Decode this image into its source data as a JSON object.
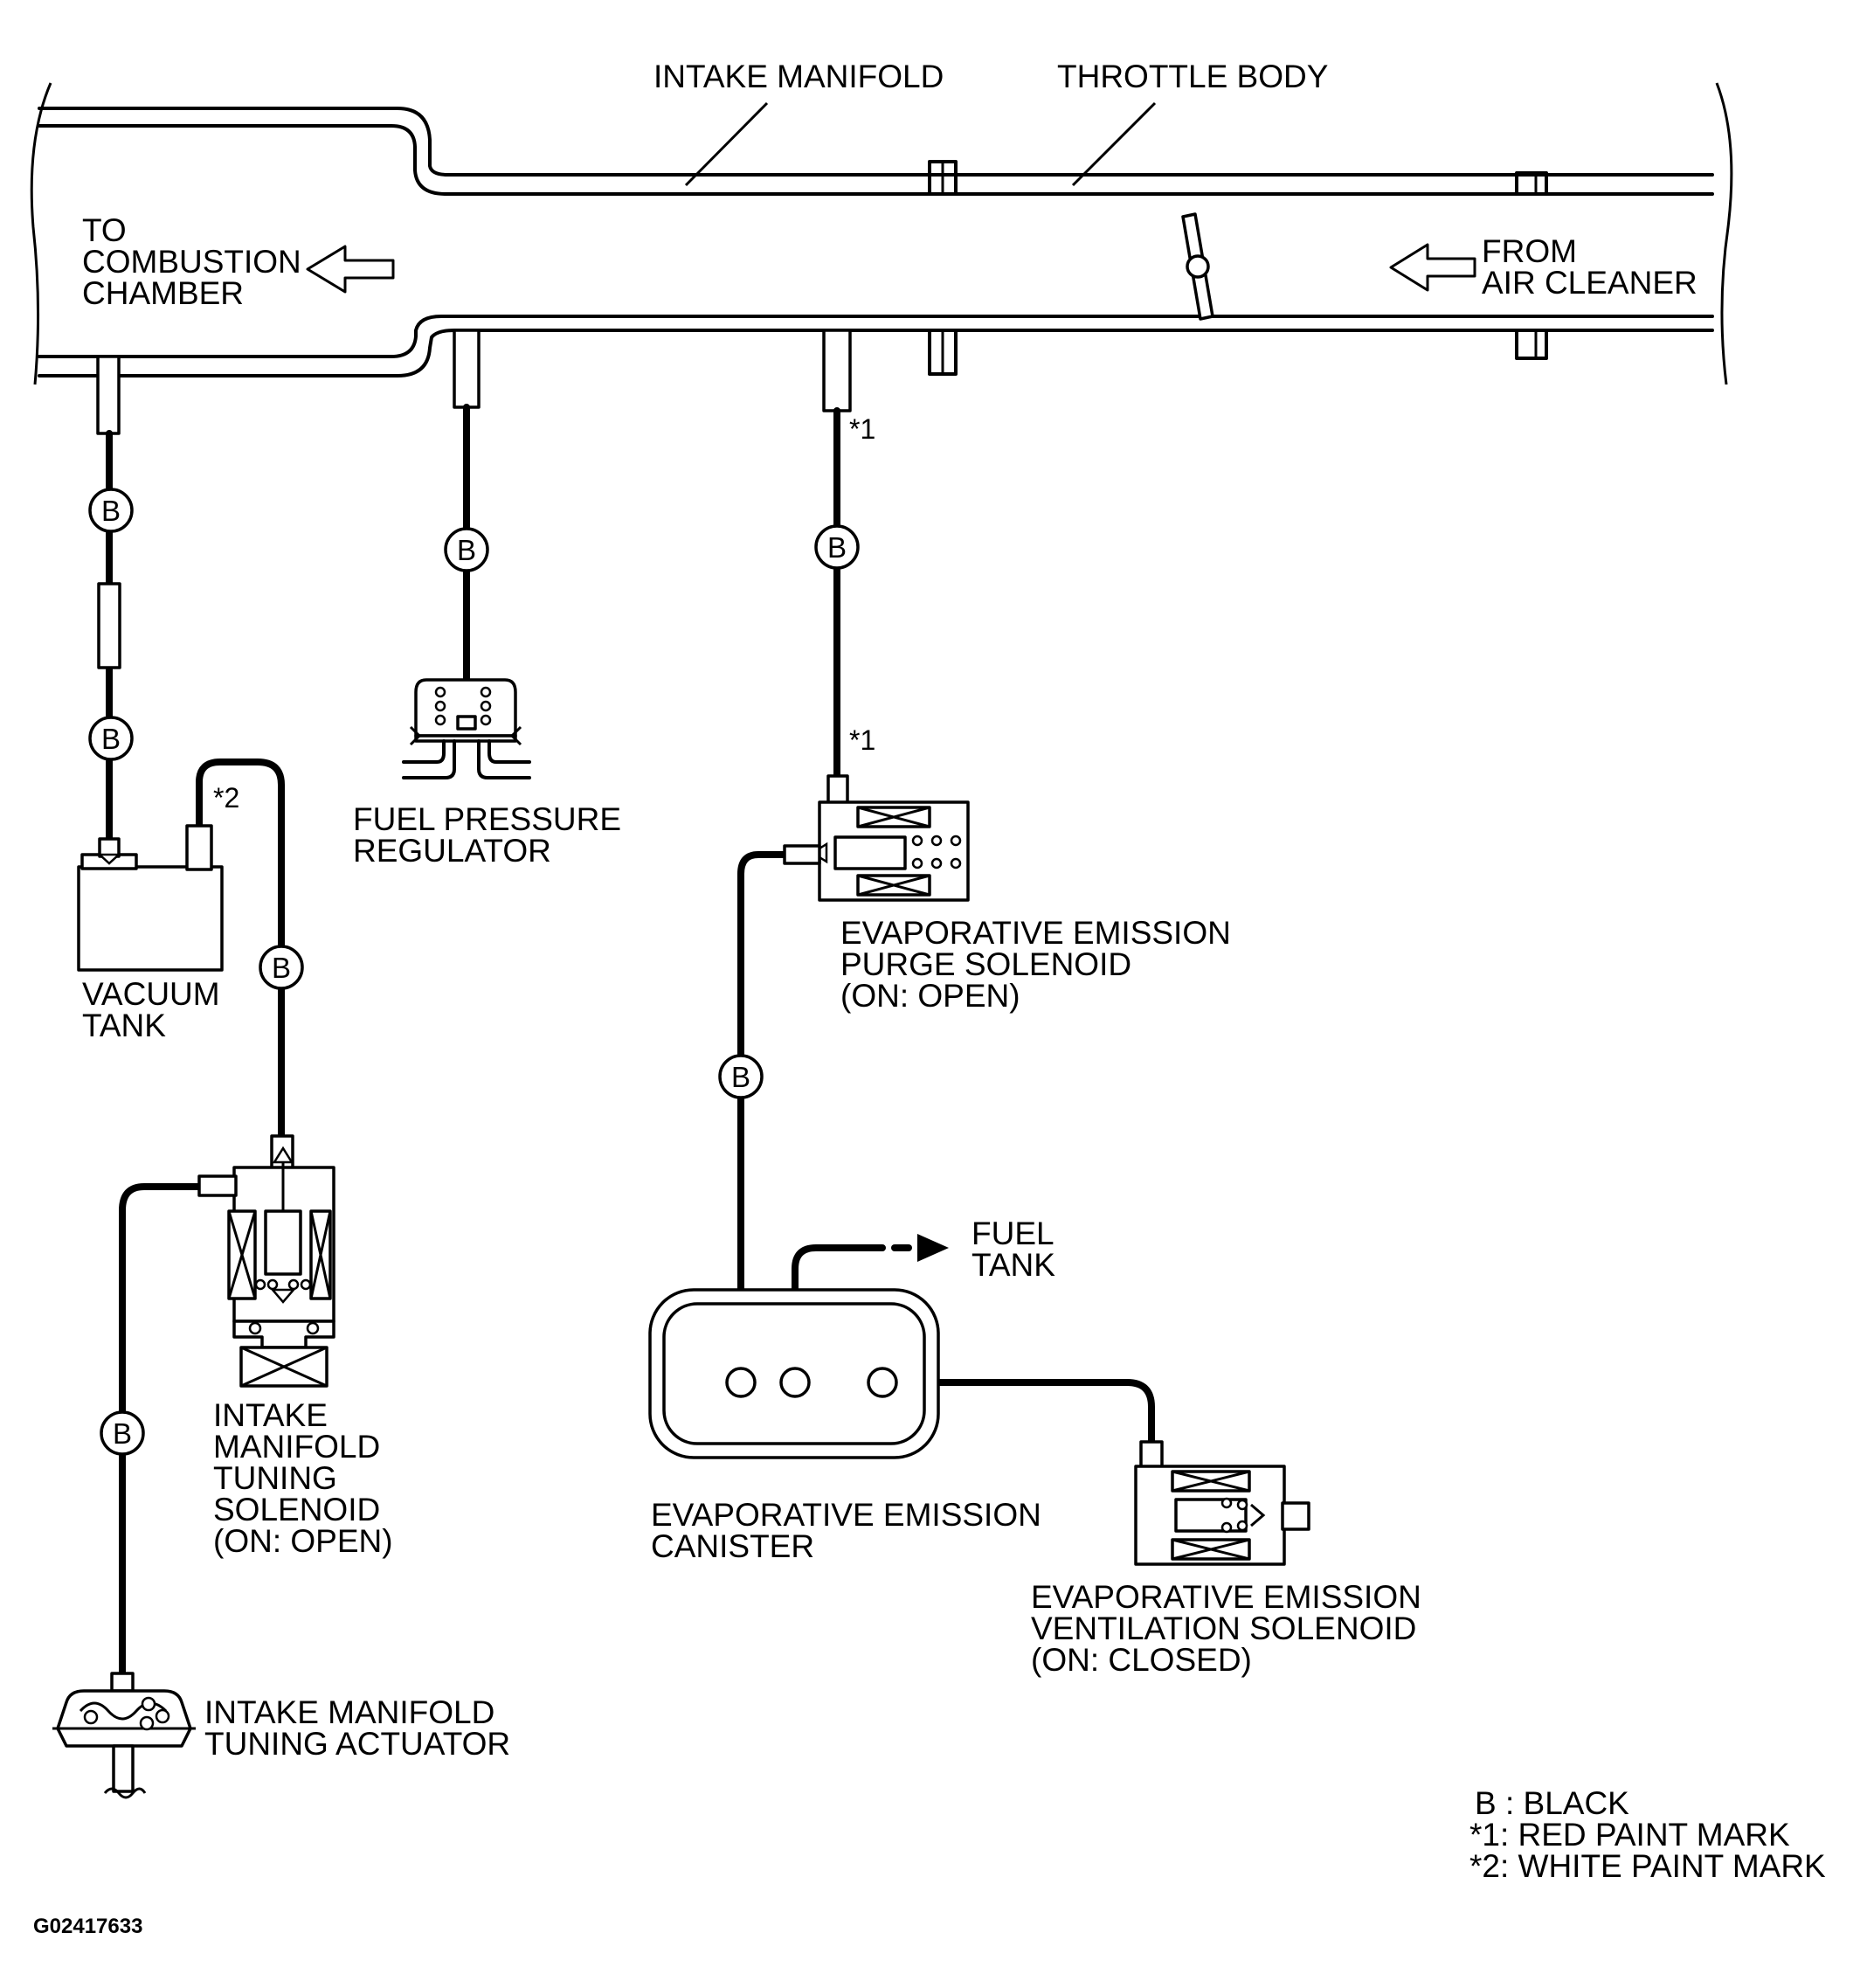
{
  "labels": {
    "intake_manifold": "INTAKE MANIFOLD",
    "throttle_body": "THROTTLE BODY",
    "to_combustion": [
      "TO",
      "COMBUSTION",
      "CHAMBER"
    ],
    "from_air_cleaner": [
      "FROM",
      "AIR CLEANER"
    ],
    "fuel_pressure_regulator": [
      "FUEL PRESSURE",
      "REGULATOR"
    ],
    "vacuum_tank": [
      "VACUUM",
      "TANK"
    ],
    "purge_solenoid": [
      "EVAPORATIVE EMISSION",
      "PURGE SOLENOID",
      "(ON: OPEN)"
    ],
    "tuning_solenoid": [
      "INTAKE",
      "MANIFOLD",
      "TUNING",
      "SOLENOID",
      "(ON: OPEN)"
    ],
    "fuel_tank": [
      "FUEL",
      "TANK"
    ],
    "canister": [
      "EVAPORATIVE EMISSION",
      "CANISTER"
    ],
    "ventilation_solenoid": [
      "EVAPORATIVE EMISSION",
      "VENTILATION SOLENOID",
      "(ON: CLOSED)"
    ],
    "tuning_actuator": [
      "INTAKE MANIFOLD",
      "TUNING ACTUATOR"
    ]
  },
  "marks": {
    "red": "*1",
    "white": "*2"
  },
  "hose_color_letter": "B",
  "legend": [
    "B : BLACK",
    "*1: RED PAINT MARK",
    "*2: WHITE PAINT MARK"
  ],
  "figure_code": "G02417633"
}
